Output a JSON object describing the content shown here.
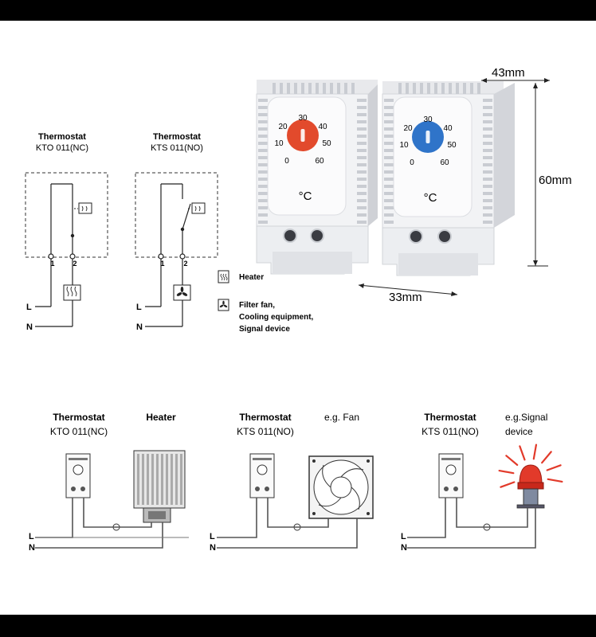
{
  "schematic": {
    "nc": {
      "title": "Thermostat",
      "model": "KTO  011(NC)",
      "t1": "1",
      "t2": "2"
    },
    "no": {
      "title": "Thermostat",
      "model": "KTS  011(NO)",
      "t1": "1",
      "t2": "2"
    },
    "line_l": "L",
    "line_n": "N"
  },
  "legend": {
    "heater": "Heater",
    "fan_line1": "Filter fan,",
    "fan_line2": "Cooling equipment,",
    "fan_line3": "Signal device"
  },
  "dimensions": {
    "depth": "43mm",
    "height": "60mm",
    "width": "33mm"
  },
  "dial": {
    "marks": [
      "30",
      "20",
      "40",
      "10",
      "50",
      "0",
      "60"
    ],
    "unit": "°C",
    "red_color": "#e24a2c",
    "blue_color": "#2f74c9"
  },
  "wiring": {
    "heater": {
      "title": "Thermostat",
      "model": "KTO  011(NC)",
      "device": "Heater"
    },
    "fan": {
      "title": "Thermostat",
      "model": "KTS  011(NO)",
      "device": "e.g. Fan"
    },
    "signal": {
      "title": "Thermostat",
      "model": "KTS  011(NO)",
      "device_line1": "e.g.Signal",
      "device_line2": "device"
    },
    "line_l": "L",
    "line_n": "N"
  }
}
